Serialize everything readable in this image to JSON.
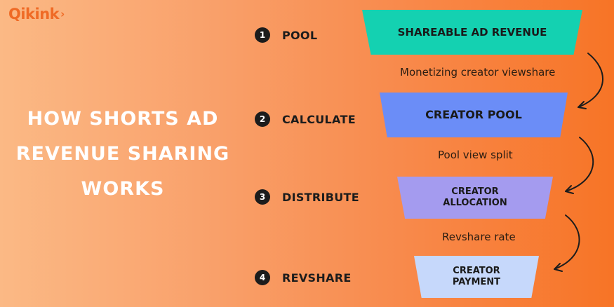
{
  "brand": {
    "name": "Qikink",
    "mark": "›"
  },
  "headline": {
    "lines": [
      "HOW SHORTS AD",
      "REVENUE SHARING",
      "WORKS"
    ]
  },
  "steps": [
    {
      "number": "1",
      "label": "POOL"
    },
    {
      "number": "2",
      "label": "CALCULATE"
    },
    {
      "number": "3",
      "label": "DISTRIBUTE"
    },
    {
      "number": "4",
      "label": "REVSHARE"
    }
  ],
  "funnel": [
    {
      "line1": "SHAREABLE AD REVENUE",
      "line2": "",
      "color": "#14d1b1"
    },
    {
      "line1": "CREATOR POOL",
      "line2": "",
      "color": "#6b8df7"
    },
    {
      "line1": "CREATOR",
      "line2": "ALLOCATION",
      "color": "#a49bef"
    },
    {
      "line1": "CREATOR",
      "line2": "PAYMENT",
      "color": "#c6d8fb"
    }
  ],
  "connectors": [
    "Monetizing creator viewshare",
    "Pool view split",
    "Revshare rate"
  ]
}
